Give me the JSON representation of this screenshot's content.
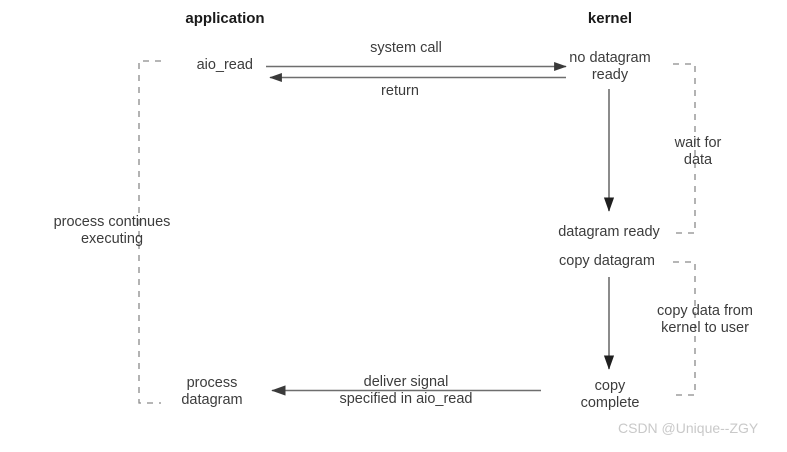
{
  "diagram": {
    "title_columns": [
      {
        "id": "application",
        "label": "application"
      },
      {
        "id": "kernel",
        "label": "kernel"
      }
    ],
    "application_nodes": [
      {
        "id": "aio-read",
        "label": "aio_read"
      },
      {
        "id": "process-datagram",
        "label": "process\ndatagram"
      }
    ],
    "kernel_nodes": [
      {
        "id": "no-datagram-ready",
        "label": "no datagram\nready"
      },
      {
        "id": "datagram-ready",
        "label": "datagram ready"
      },
      {
        "id": "copy-datagram",
        "label": "copy datagram"
      },
      {
        "id": "copy-complete",
        "label": "copy\ncomplete"
      }
    ],
    "arrow_labels": [
      {
        "id": "system-call",
        "label": "system call"
      },
      {
        "id": "return",
        "label": "return"
      },
      {
        "id": "deliver-signal",
        "label": "deliver signal\nspecified in aio_read"
      }
    ],
    "bracket_labels": [
      {
        "id": "process-continues-executing",
        "label": "process continues\nexecuting"
      },
      {
        "id": "wait-for-data",
        "label": "wait for\ndata"
      },
      {
        "id": "copy-data-from-kernel-to-user",
        "label": "copy data from\nkernel to user"
      }
    ],
    "watermark": "CSDN @Unique--ZGY",
    "colors": {
      "line": "#6e6e6e",
      "dashed": "#8a8a8a",
      "text": "#3c3c3c",
      "heading": "#1a1a1a",
      "watermark": "#c9c9c9",
      "background": "#ffffff"
    }
  }
}
